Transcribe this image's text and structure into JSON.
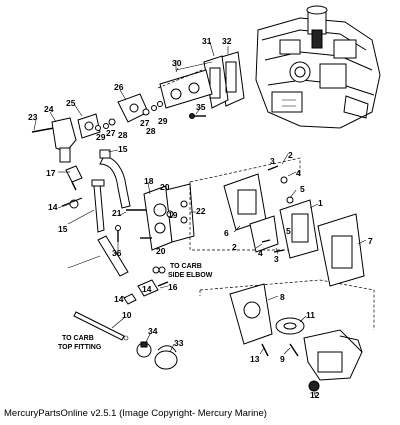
{
  "caption": "MercuryPartsOnline v2.5.1 (Image Copyright- Mercury Marine)",
  "notes": {
    "carb_side_elbow_line1": "TO CARB",
    "carb_side_elbow_line2": "SIDE ELBOW",
    "carb_top_fitting_line1": "TO CARB",
    "carb_top_fitting_line2": "TOP FITTING"
  },
  "callouts": {
    "c1": "1",
    "c2a": "2",
    "c2b": "2",
    "c3a": "3",
    "c3b": "3",
    "c4a": "4",
    "c4b": "4",
    "c5a": "5",
    "c5b": "5",
    "c6": "6",
    "c7": "7",
    "c8": "8",
    "c9": "9",
    "c10": "10",
    "c11": "11",
    "c12": "12",
    "c13": "13",
    "c14a": "14",
    "c14b": "14",
    "c14c": "14",
    "c15a": "15",
    "c15b": "15",
    "c16": "16",
    "c17": "17",
    "c18": "18",
    "c19": "19",
    "c20a": "20",
    "c20b": "20",
    "c21": "21",
    "c22": "22",
    "c23": "23",
    "c24": "24",
    "c25": "25",
    "c26": "26",
    "c27a": "27",
    "c27b": "27",
    "c28a": "28",
    "c28b": "28",
    "c29a": "29",
    "c29b": "29",
    "c30": "30",
    "c31": "31",
    "c32": "32",
    "c33": "33",
    "c34": "34",
    "c35": "35",
    "c36": "36"
  }
}
